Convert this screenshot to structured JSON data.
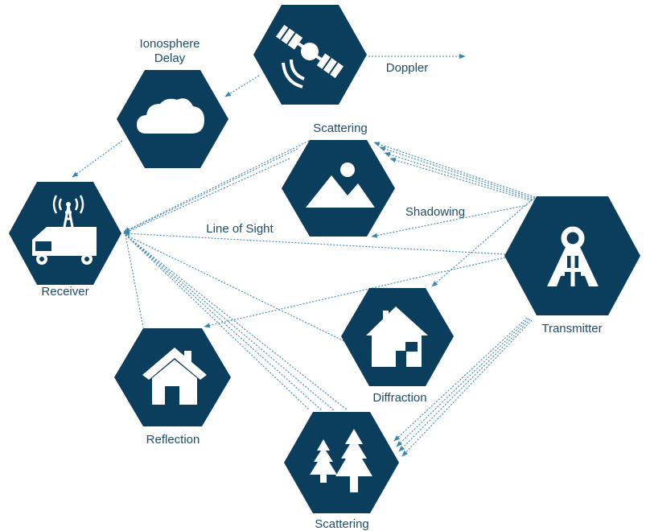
{
  "diagram": {
    "labels": {
      "ionosphere_line1": "Ionosphere",
      "ionosphere_line2": "Delay",
      "doppler": "Doppler",
      "scattering_top": "Scattering",
      "shadowing": "Shadowing",
      "line_of_sight": "Line of Sight",
      "receiver": "Receiver",
      "transmitter": "Transmitter",
      "diffraction": "Diffraction",
      "reflection": "Reflection",
      "scattering_bottom": "Scattering"
    },
    "icons": {
      "satellite": "satellite-icon",
      "cloud": "cloud-icon",
      "mountain": "mountain-icon",
      "van": "antenna-van-icon",
      "tower": "transmitter-tower-icon",
      "house_diffraction": "house-icon",
      "house_reflection": "house-icon",
      "trees": "trees-icon"
    },
    "colors": {
      "hexagon": "#0b3d5c",
      "link": "#3d86b0",
      "text": "#1f4c6b"
    }
  }
}
